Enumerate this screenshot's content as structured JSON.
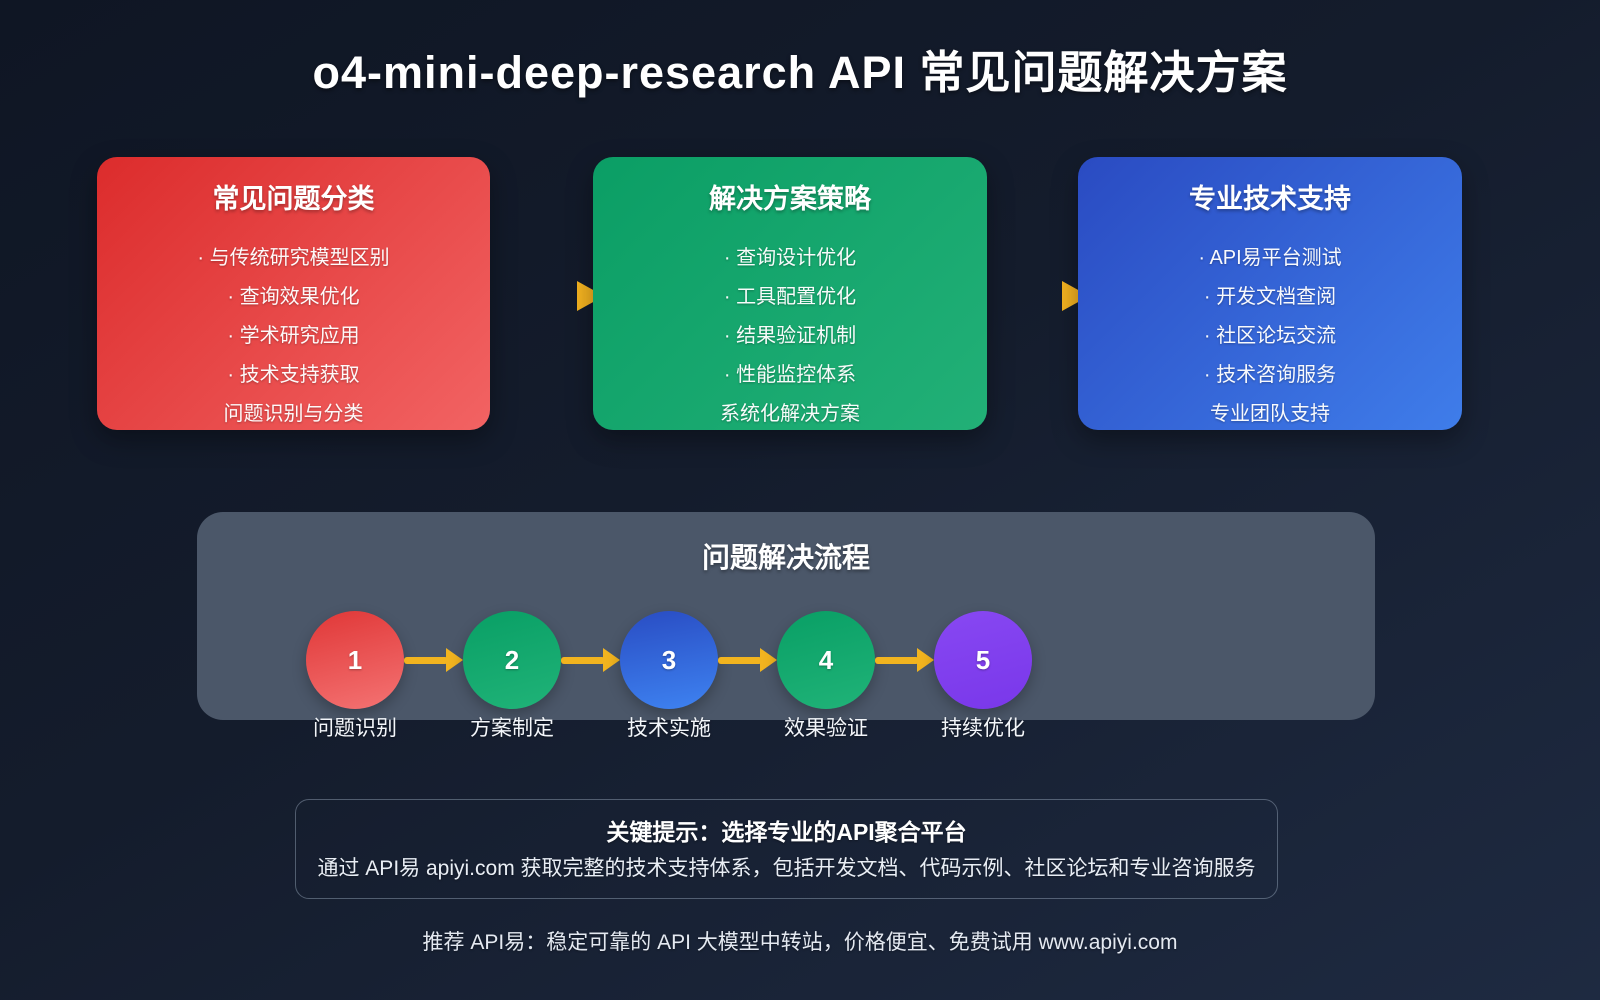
{
  "page": {
    "title": "o4-mini-deep-research API 常见问题解决方案",
    "footer": "推荐 API易：稳定可靠的 API 大模型中转站，价格便宜、免费试用 www.apiyi.com"
  },
  "cards": [
    {
      "title": "常见问题分类",
      "items": [
        "与传统研究模型区别",
        "查询效果优化",
        "学术研究应用",
        "技术支持获取"
      ],
      "footer": "问题识别与分类"
    },
    {
      "title": "解决方案策略",
      "items": [
        "查询设计优化",
        "工具配置优化",
        "结果验证机制",
        "性能监控体系"
      ],
      "footer": "系统化解决方案"
    },
    {
      "title": "专业技术支持",
      "items": [
        "API易平台测试",
        "开发文档查阅",
        "社区论坛交流",
        "技术咨询服务"
      ],
      "footer": "专业团队支持"
    }
  ],
  "flow": {
    "title": "问题解决流程",
    "steps": [
      {
        "number": "1",
        "label": "问题识别"
      },
      {
        "number": "2",
        "label": "方案制定"
      },
      {
        "number": "3",
        "label": "技术实施"
      },
      {
        "number": "4",
        "label": "效果验证"
      },
      {
        "number": "5",
        "label": "持续优化"
      }
    ]
  },
  "tip": {
    "title": "关键提示：选择专业的API聚合平台",
    "body": "通过 API易 apiyi.com 获取完整的技术支持体系，包括开发文档、代码示例、社区论坛和专业咨询服务"
  },
  "colors": {
    "background_top": "#0f1624",
    "background_bottom": "#1e2a41",
    "card_red": "#dc2c2c",
    "card_green": "#0b9e65",
    "card_blue": "#2a4bc2",
    "flow_panel": "#4b5769",
    "step_purple": "#7a38ea",
    "arrow_gold": "#f5b320"
  }
}
